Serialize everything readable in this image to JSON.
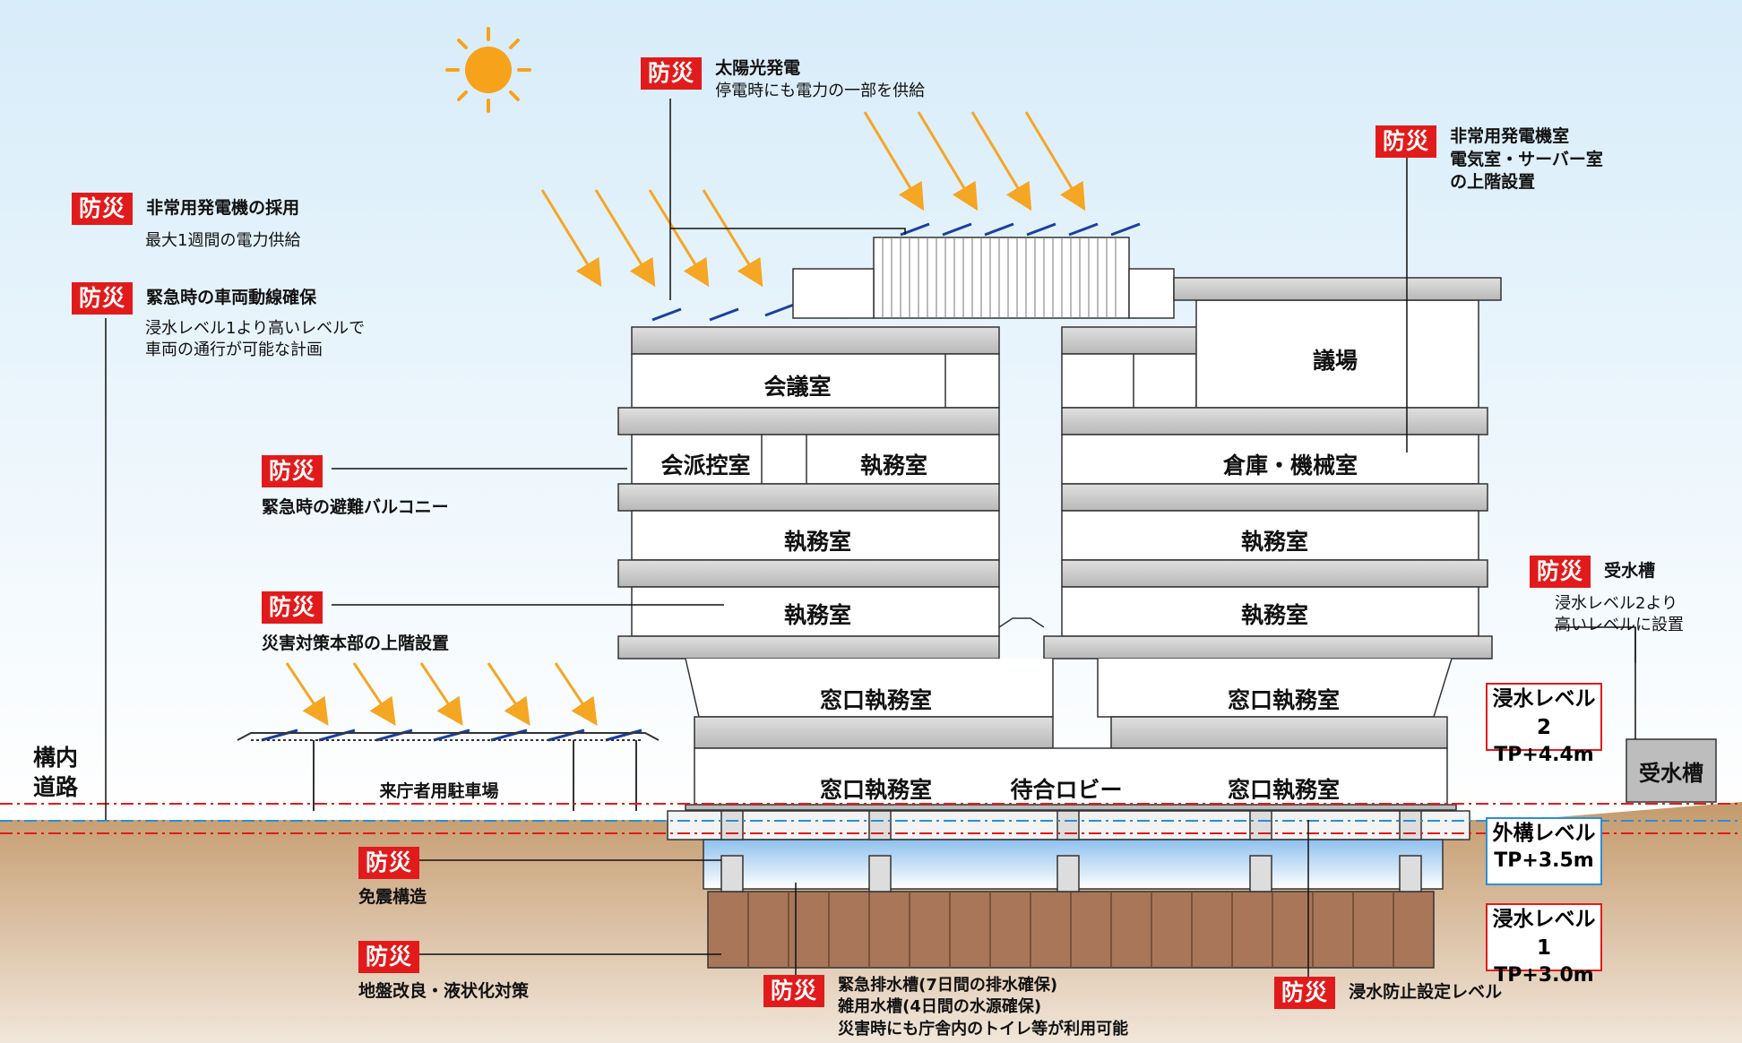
{
  "badge": "防災",
  "annotations": {
    "solar": {
      "title": "太陽光発電",
      "sub": "停電時にも電力の一部を供給"
    },
    "generator_upper": {
      "title": "非常用発電機室",
      "title2": "電気室・サーバー室",
      "title3": "の上階設置"
    },
    "generator": {
      "title": "非常用発電機の採用",
      "sub": "最大1週間の電力供給"
    },
    "vehicle": {
      "title": "緊急時の車両動線確保",
      "sub": "浸水レベル1より高いレベルで",
      "sub2": "車両の通行が可能な計画"
    },
    "balcony": {
      "title": "緊急時の避難バルコニー"
    },
    "hq": {
      "title": "災害対策本部の上階設置"
    },
    "tank": {
      "title": "受水槽",
      "sub": "浸水レベル2より",
      "sub2": "高いレベルに設置"
    },
    "seismic": {
      "title": "免震構造"
    },
    "ground": {
      "title": "地盤改良・液状化対策"
    },
    "drain": {
      "title": "緊急排水槽(7日間の排水確保)",
      "title2": "雑用水槽(4日間の水源確保)",
      "title3": "災害時にも庁舎内のトイレ等が利用可能"
    },
    "flood_stop": {
      "title": "浸水防止設定レベル"
    }
  },
  "rooms": {
    "conference": "会議室",
    "assembly": "議場",
    "caucus": "会派控室",
    "office": "執務室",
    "storage": "倉庫・機械室",
    "window_office": "窓口執務室",
    "lobby": "待合ロビー",
    "parking": "来庁者用駐車場",
    "tank_box": "受水槽",
    "road": "構内",
    "road2": "道路"
  },
  "levels": {
    "flood2": {
      "label": "浸水レベル2",
      "value": "TP+4.4m"
    },
    "exterior": {
      "label": "外構レベル",
      "value": "TP+3.5m"
    },
    "flood1": {
      "label": "浸水レベル1",
      "value": "TP+3.0m"
    }
  },
  "colors": {
    "badge": "#e11b1b",
    "arrow": "#f5a623",
    "sun": "#f7a21b",
    "solar_panel": "#1a3fa0",
    "flood_line": "#e11b1b",
    "exterior_line": "#2a8fd6",
    "ground": "#c9a47a",
    "piles": "#a9765a"
  }
}
